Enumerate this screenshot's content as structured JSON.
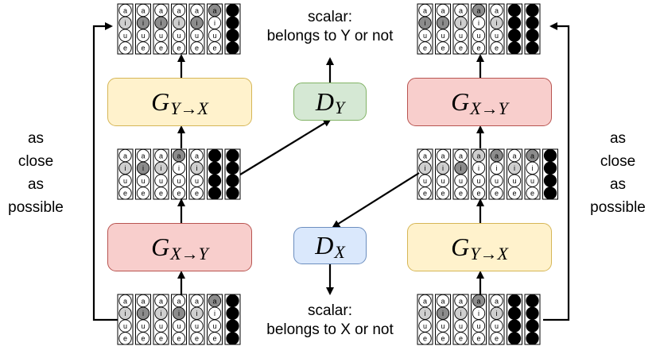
{
  "captions": {
    "top": [
      "scalar:",
      "belongs to Y or not"
    ],
    "bottom": [
      "scalar:",
      "belongs to X or not"
    ],
    "side_left": [
      "as",
      "close",
      "as",
      "possible"
    ],
    "side_right": [
      "as",
      "close",
      "as",
      "possible"
    ]
  },
  "boxes": {
    "g_yx_top": {
      "main": "G",
      "sub": "Y→X"
    },
    "g_xy_bottom": {
      "main": "G",
      "sub": "X→Y"
    },
    "d_y": {
      "main": "D",
      "sub": "Y"
    },
    "d_x": {
      "main": "D",
      "sub": "X"
    },
    "g_xy_top": {
      "main": "G",
      "sub": "X→Y"
    },
    "g_yx_bottom": {
      "main": "G",
      "sub": "Y→X"
    }
  },
  "row_letters": [
    "a",
    "i",
    "u",
    "e"
  ],
  "colors": {
    "filled": "#000000",
    "dark": "#8c8c8c",
    "light": "#cfcfcf",
    "empty": "#ffffff"
  },
  "matrices": {
    "top_left": {
      "columns": [
        [
          "e",
          "l",
          "e",
          "e"
        ],
        [
          "e",
          "d",
          "e",
          "e"
        ],
        [
          "e",
          "d",
          "e",
          "e"
        ],
        [
          "e",
          "l",
          "e",
          "e"
        ],
        [
          "e",
          "d",
          "e",
          "e"
        ],
        [
          "d",
          "e",
          "e",
          "e"
        ],
        [
          "f",
          "f",
          "f",
          "f"
        ]
      ]
    },
    "mid_left": {
      "columns": [
        [
          "e",
          "l",
          "e",
          "e"
        ],
        [
          "e",
          "d",
          "e",
          "e"
        ],
        [
          "e",
          "l",
          "e",
          "e"
        ],
        [
          "d",
          "e",
          "e",
          "e"
        ],
        [
          "e",
          "l",
          "e",
          "e"
        ],
        [
          "f",
          "f",
          "f",
          "f"
        ],
        [
          "f",
          "f",
          "f",
          "f"
        ]
      ]
    },
    "bottom_left": {
      "columns": [
        [
          "e",
          "l",
          "e",
          "e"
        ],
        [
          "e",
          "d",
          "e",
          "e"
        ],
        [
          "e",
          "l",
          "e",
          "e"
        ],
        [
          "e",
          "d",
          "e",
          "e"
        ],
        [
          "e",
          "l",
          "e",
          "e"
        ],
        [
          "d",
          "e",
          "e",
          "e"
        ],
        [
          "f",
          "f",
          "f",
          "f"
        ]
      ]
    },
    "top_right": {
      "columns": [
        [
          "e",
          "d",
          "e",
          "e"
        ],
        [
          "e",
          "d",
          "e",
          "e"
        ],
        [
          "e",
          "l",
          "e",
          "e"
        ],
        [
          "d",
          "e",
          "e",
          "e"
        ],
        [
          "e",
          "l",
          "e",
          "e"
        ],
        [
          "f",
          "f",
          "f",
          "f"
        ],
        [
          "f",
          "f",
          "f",
          "f"
        ]
      ]
    },
    "mid_right": {
      "columns": [
        [
          "e",
          "l",
          "e",
          "e"
        ],
        [
          "e",
          "l",
          "e",
          "e"
        ],
        [
          "e",
          "d",
          "e",
          "e"
        ],
        [
          "l",
          "e",
          "e",
          "e"
        ],
        [
          "d",
          "e",
          "e",
          "e"
        ],
        [
          "e",
          "l",
          "e",
          "e"
        ],
        [
          "d",
          "e",
          "e",
          "e"
        ],
        [
          "f",
          "f",
          "f",
          "f"
        ]
      ]
    },
    "bottom_right": {
      "columns": [
        [
          "e",
          "l",
          "e",
          "e"
        ],
        [
          "e",
          "d",
          "e",
          "e"
        ],
        [
          "e",
          "l",
          "e",
          "e"
        ],
        [
          "d",
          "e",
          "e",
          "e"
        ],
        [
          "e",
          "l",
          "e",
          "e"
        ],
        [
          "f",
          "f",
          "f",
          "f"
        ],
        [
          "f",
          "f",
          "f",
          "f"
        ]
      ]
    }
  }
}
